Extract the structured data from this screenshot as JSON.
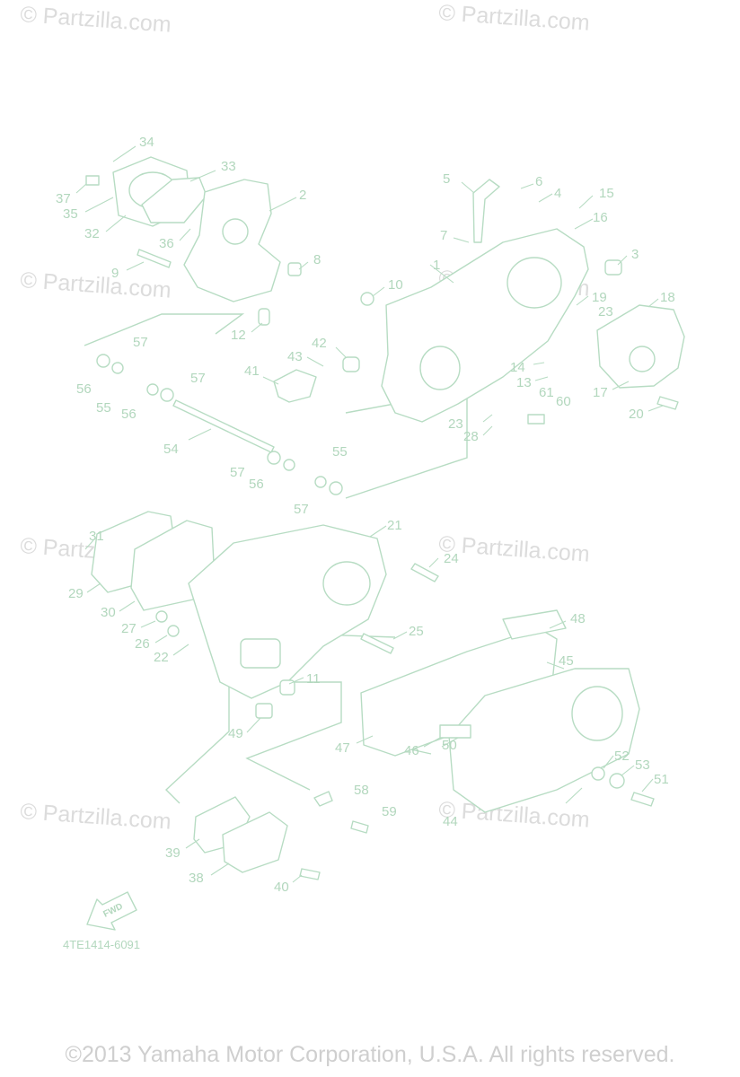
{
  "watermark": "© Partzilla.com",
  "diagram_code": "4TE1414-6091",
  "fwd_label": "FWD",
  "copyright": "©2013 Yamaha Motor Corporation, U.S.A. All rights reserved.",
  "callouts": [
    "1",
    "2",
    "3",
    "4",
    "5",
    "6",
    "7",
    "8",
    "9",
    "10",
    "11",
    "12",
    "13",
    "14",
    "15",
    "16",
    "17",
    "18",
    "19",
    "20",
    "21",
    "22",
    "23",
    "23",
    "24",
    "25",
    "26",
    "27",
    "28",
    "29",
    "30",
    "31",
    "32",
    "33",
    "34",
    "35",
    "36",
    "37",
    "38",
    "39",
    "40",
    "41",
    "42",
    "43",
    "44",
    "45",
    "46",
    "47",
    "48",
    "49",
    "50",
    "51",
    "52",
    "53",
    "54",
    "55",
    "55",
    "56",
    "56",
    "56",
    "57",
    "57",
    "57",
    "57",
    "58",
    "59",
    "60",
    "61"
  ],
  "colors": {
    "line": "#b7dcc3",
    "text": "#b2d7bd",
    "watermark": "#dcdcdc",
    "copyright": "#cfcfcf"
  }
}
